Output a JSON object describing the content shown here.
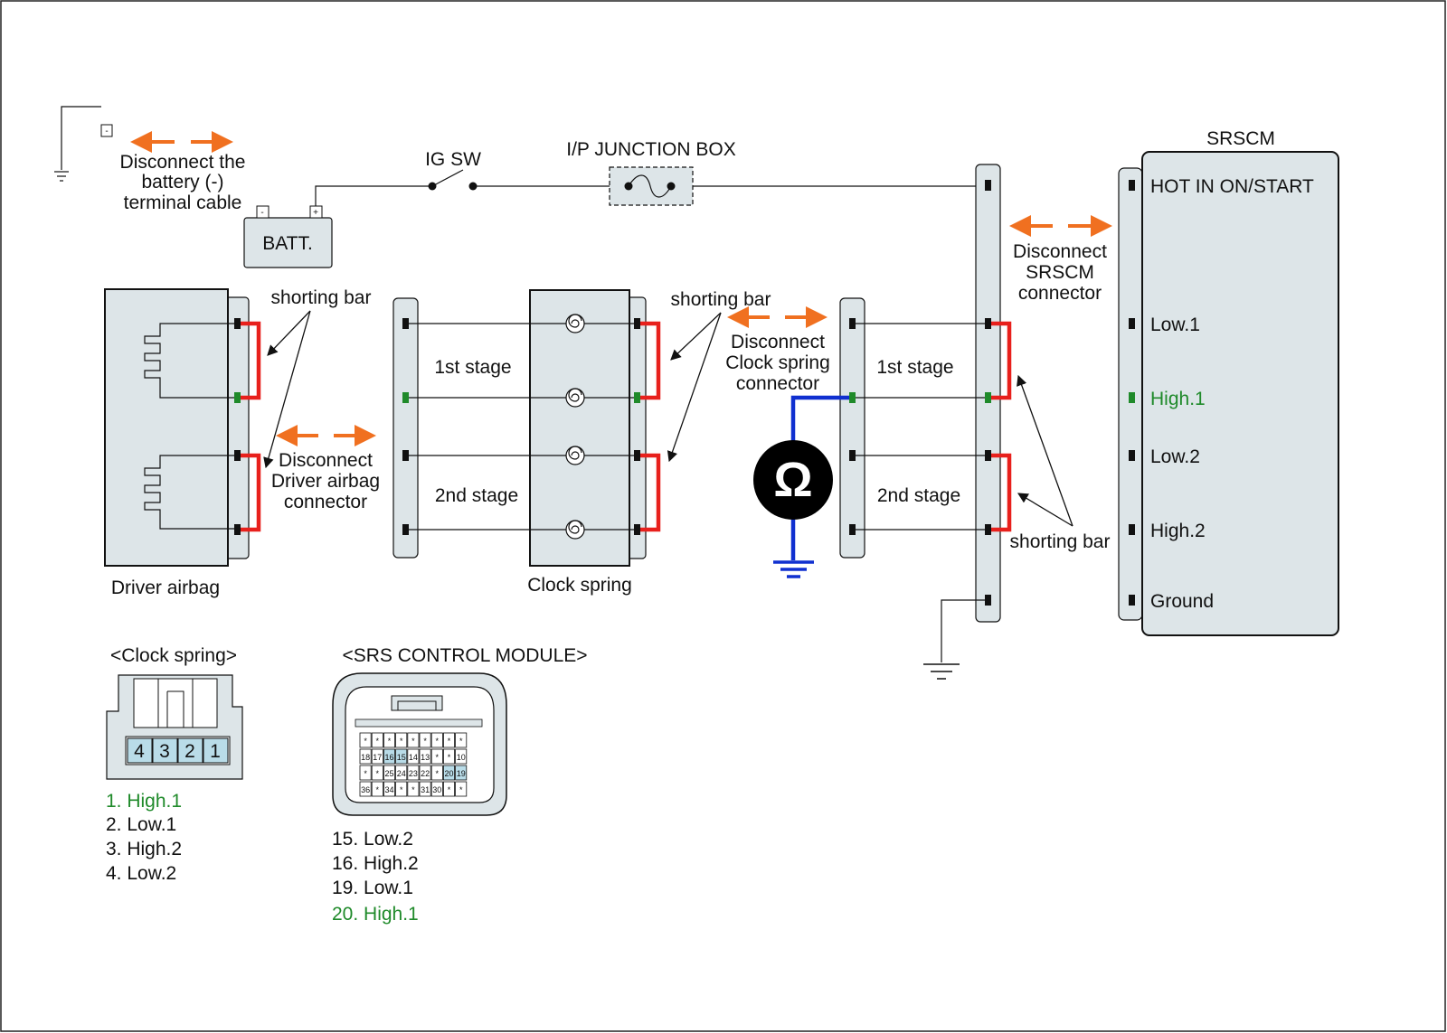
{
  "battery": {
    "label": "BATT.",
    "neg": "-",
    "pos": "+",
    "ground_neg": "-",
    "disconnect": [
      "Disconnect the",
      "battery (-)",
      "terminal cable"
    ]
  },
  "ig_sw": "IG SW",
  "junction_box": "I/P JUNCTION BOX",
  "srscm": {
    "title": "SRSCM",
    "pins": [
      "HOT IN ON/START",
      "Low.1",
      "High.1",
      "Low.2",
      "High.2",
      "Ground"
    ],
    "disconnect": [
      "Disconnect",
      "SRSCM",
      "connector"
    ]
  },
  "labels": {
    "shorting_bar": "shorting bar",
    "stage1": "1st stage",
    "stage2": "2nd stage",
    "driver_airbag": "Driver airbag",
    "clock_spring": "Clock spring",
    "ohm": "Ω"
  },
  "disconnect_driver": [
    "Disconnect",
    "Driver airbag",
    "connector"
  ],
  "disconnect_clock": [
    "Disconnect",
    "Clock spring",
    "connector"
  ],
  "clock_connector": {
    "title": "<Clock spring>",
    "pins": [
      "4",
      "3",
      "2",
      "1"
    ],
    "legend": [
      "1. High.1",
      "2. Low.1",
      "3. High.2",
      "4. Low.2"
    ]
  },
  "srs_module": {
    "title": "<SRS CONTROL MODULE>",
    "rows": [
      [
        "*",
        "*",
        "*",
        "*",
        "*",
        "*",
        "*",
        "*",
        "*"
      ],
      [
        "18",
        "17",
        "16",
        "15",
        "14",
        "13",
        "*",
        "*",
        "10"
      ],
      [
        "*",
        "*",
        "25",
        "24",
        "23",
        "22",
        "*",
        "20",
        "19"
      ],
      [
        "36",
        "*",
        "34",
        "*",
        "*",
        "31",
        "30",
        "*",
        "*"
      ]
    ],
    "legend": [
      "15. Low.2",
      "16. High.2",
      "19. Low.1",
      "20. High.1"
    ]
  },
  "colors": {
    "shorting_bar": "#e8201c",
    "arrow": "#f07020",
    "meter_wire": "#1030d0",
    "highlight_text": "#1f8a2a",
    "pin_highlight": "#b9dce8",
    "panel": "#dde5e8"
  }
}
